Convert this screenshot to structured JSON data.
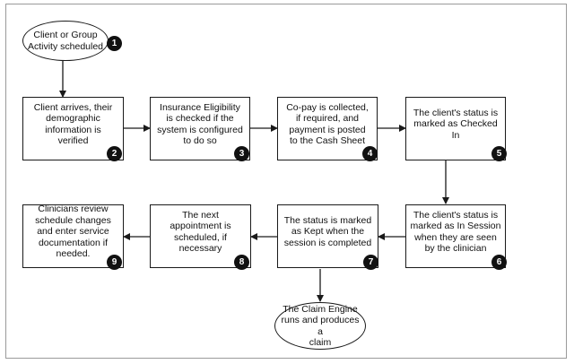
{
  "colors": {
    "line": "#1a1a1a",
    "badge": "#111111",
    "frame": "#9a9a9a"
  },
  "start": {
    "text": "Client or Group\nActivity scheduled",
    "step": "1"
  },
  "steps": [
    {
      "text": "Client arrives, their\ndemographic\ninformation is\nverified",
      "step": "2"
    },
    {
      "text": "Insurance Eligibility\nis checked if the\nsystem is configured\nto do so",
      "step": "3"
    },
    {
      "text": "Co-pay is collected,\nif required, and\npayment is posted\nto the Cash Sheet",
      "step": "4"
    },
    {
      "text": "The client's status is\nmarked as Checked\nIn",
      "step": "5"
    },
    {
      "text": "The client's status is\nmarked as In Session\nwhen they are seen\nby the clinician",
      "step": "6"
    },
    {
      "text": "The status is marked\nas Kept when the\nsession is completed",
      "step": "7"
    },
    {
      "text": "The next\nappointment is\nscheduled, if\nnecessary",
      "step": "8"
    },
    {
      "text": "Clinicians review\nschedule changes\nand enter service\ndocumentation if\nneeded.",
      "step": "9"
    }
  ],
  "end": {
    "text": "The Claim Engine\nruns and produces a\nclaim"
  }
}
